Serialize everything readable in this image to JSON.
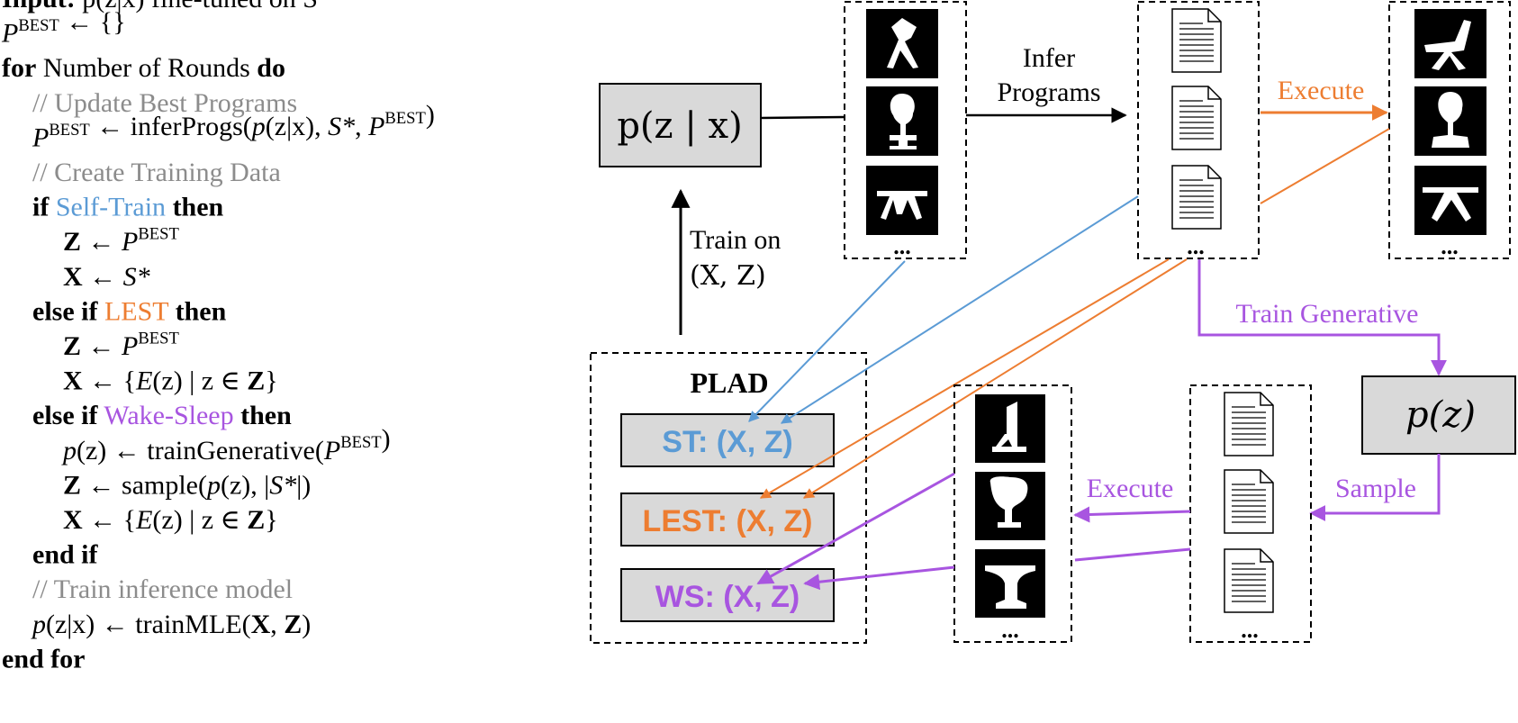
{
  "algorithm": {
    "lines": [
      {
        "indent": 0,
        "segments": [
          {
            "t": "Input: ",
            "style": "bold"
          },
          {
            "t": "p(z|x) fine-tuned on S*",
            "style": "math"
          }
        ]
      },
      {
        "indent": 0,
        "segments": [
          {
            "t": "P",
            "style": "math-italic"
          },
          {
            "t": "BEST",
            "style": "sup"
          },
          {
            "t": " ← {}",
            "style": "math"
          }
        ]
      },
      {
        "indent": 0,
        "segments": [
          {
            "t": "for",
            "style": "bold"
          },
          {
            "t": " Number of Rounds ",
            "style": "plain"
          },
          {
            "t": "do",
            "style": "bold"
          }
        ]
      },
      {
        "indent": 1,
        "segments": [
          {
            "t": "// Update Best Programs",
            "style": "comment"
          }
        ]
      },
      {
        "indent": 1,
        "segments": [
          {
            "t": "P",
            "style": "math-italic"
          },
          {
            "t": "BEST",
            "style": "sup"
          },
          {
            "t": " ← inferProgs(",
            "style": "math"
          },
          {
            "t": "p",
            "style": "math-italic"
          },
          {
            "t": "(z|x), ",
            "style": "math"
          },
          {
            "t": "S*",
            "style": "math-italic"
          },
          {
            "t": ", ",
            "style": "math"
          },
          {
            "t": "P",
            "style": "math-italic"
          },
          {
            "t": "BEST",
            "style": "sup"
          },
          {
            "t": ")",
            "style": "math"
          }
        ]
      },
      {
        "indent": 1,
        "segments": [
          {
            "t": "// Create Training Data",
            "style": "comment"
          }
        ]
      },
      {
        "indent": 1,
        "segments": [
          {
            "t": "if",
            "style": "bold"
          },
          {
            "t": " Self-Train ",
            "style": "blue"
          },
          {
            "t": "then",
            "style": "bold"
          }
        ]
      },
      {
        "indent": 2,
        "segments": [
          {
            "t": "Z",
            "style": "math-bold"
          },
          {
            "t": " ← ",
            "style": "math"
          },
          {
            "t": "P",
            "style": "math-italic"
          },
          {
            "t": "BEST",
            "style": "sup"
          }
        ]
      },
      {
        "indent": 2,
        "segments": [
          {
            "t": "X",
            "style": "math-bold"
          },
          {
            "t": " ← ",
            "style": "math"
          },
          {
            "t": "S*",
            "style": "math-italic"
          }
        ]
      },
      {
        "indent": 1,
        "segments": [
          {
            "t": "else if",
            "style": "bold"
          },
          {
            "t": " LEST ",
            "style": "orange"
          },
          {
            "t": "then",
            "style": "bold"
          }
        ]
      },
      {
        "indent": 2,
        "segments": [
          {
            "t": "Z",
            "style": "math-bold"
          },
          {
            "t": " ← ",
            "style": "math"
          },
          {
            "t": "P",
            "style": "math-italic"
          },
          {
            "t": "BEST",
            "style": "sup"
          }
        ]
      },
      {
        "indent": 2,
        "segments": [
          {
            "t": "X",
            "style": "math-bold"
          },
          {
            "t": " ← {",
            "style": "math"
          },
          {
            "t": "E",
            "style": "math-italic"
          },
          {
            "t": "(z) | z ∈ ",
            "style": "math"
          },
          {
            "t": "Z",
            "style": "math-bold"
          },
          {
            "t": "}",
            "style": "math"
          }
        ]
      },
      {
        "indent": 1,
        "segments": [
          {
            "t": "else if",
            "style": "bold"
          },
          {
            "t": " Wake-Sleep ",
            "style": "purple"
          },
          {
            "t": "then",
            "style": "bold"
          }
        ]
      },
      {
        "indent": 2,
        "segments": [
          {
            "t": "p",
            "style": "math-italic"
          },
          {
            "t": "(z) ← trainGenerative(",
            "style": "math"
          },
          {
            "t": "P",
            "style": "math-italic"
          },
          {
            "t": "BEST",
            "style": "sup"
          },
          {
            "t": ")",
            "style": "math"
          }
        ]
      },
      {
        "indent": 2,
        "segments": [
          {
            "t": "Z",
            "style": "math-bold"
          },
          {
            "t": " ← sample(",
            "style": "math"
          },
          {
            "t": "p",
            "style": "math-italic"
          },
          {
            "t": "(z), |",
            "style": "math"
          },
          {
            "t": "S*",
            "style": "math-italic"
          },
          {
            "t": "|)",
            "style": "math"
          }
        ]
      },
      {
        "indent": 2,
        "segments": [
          {
            "t": "X",
            "style": "math-bold"
          },
          {
            "t": " ← {",
            "style": "math"
          },
          {
            "t": "E",
            "style": "math-italic"
          },
          {
            "t": "(z) | z ∈ ",
            "style": "math"
          },
          {
            "t": "Z",
            "style": "math-bold"
          },
          {
            "t": "}",
            "style": "math"
          }
        ]
      },
      {
        "indent": 1,
        "segments": [
          {
            "t": "end if",
            "style": "bold"
          }
        ]
      },
      {
        "indent": 1,
        "segments": [
          {
            "t": "// Train inference model",
            "style": "comment"
          }
        ]
      },
      {
        "indent": 1,
        "segments": [
          {
            "t": "p",
            "style": "math-italic"
          },
          {
            "t": "(z|x) ← trainMLE(",
            "style": "math"
          },
          {
            "t": "X",
            "style": "math-bold"
          },
          {
            "t": ", ",
            "style": "math"
          },
          {
            "t": "Z",
            "style": "math-bold"
          },
          {
            "t": ")",
            "style": "math"
          }
        ]
      },
      {
        "indent": 0,
        "segments": [
          {
            "t": "end for",
            "style": "bold"
          }
        ]
      }
    ]
  },
  "diagram": {
    "inference_model_label": "p(z | x)",
    "generative_model_label": "p(z)",
    "infer_programs_label": [
      "Infer",
      "Programs"
    ],
    "execute_label": "Execute",
    "execute_label_bottom": "Execute",
    "train_generative_label": "Train Generative",
    "sample_label": "Sample",
    "train_on_label": [
      "Train on",
      "(X, Z)"
    ],
    "plad_title": "PLAD",
    "st_label": "ST: (X, Z)",
    "lest_label": "LEST: (X, Z)",
    "ws_label": "WS: (X, Z)",
    "ellipsis": "...",
    "colors": {
      "blue": "#5b9bd5",
      "orange": "#ed7d31",
      "purple": "#a855e0",
      "comment": "#8c8c8c",
      "box_fill": "#d9d9d9"
    }
  }
}
